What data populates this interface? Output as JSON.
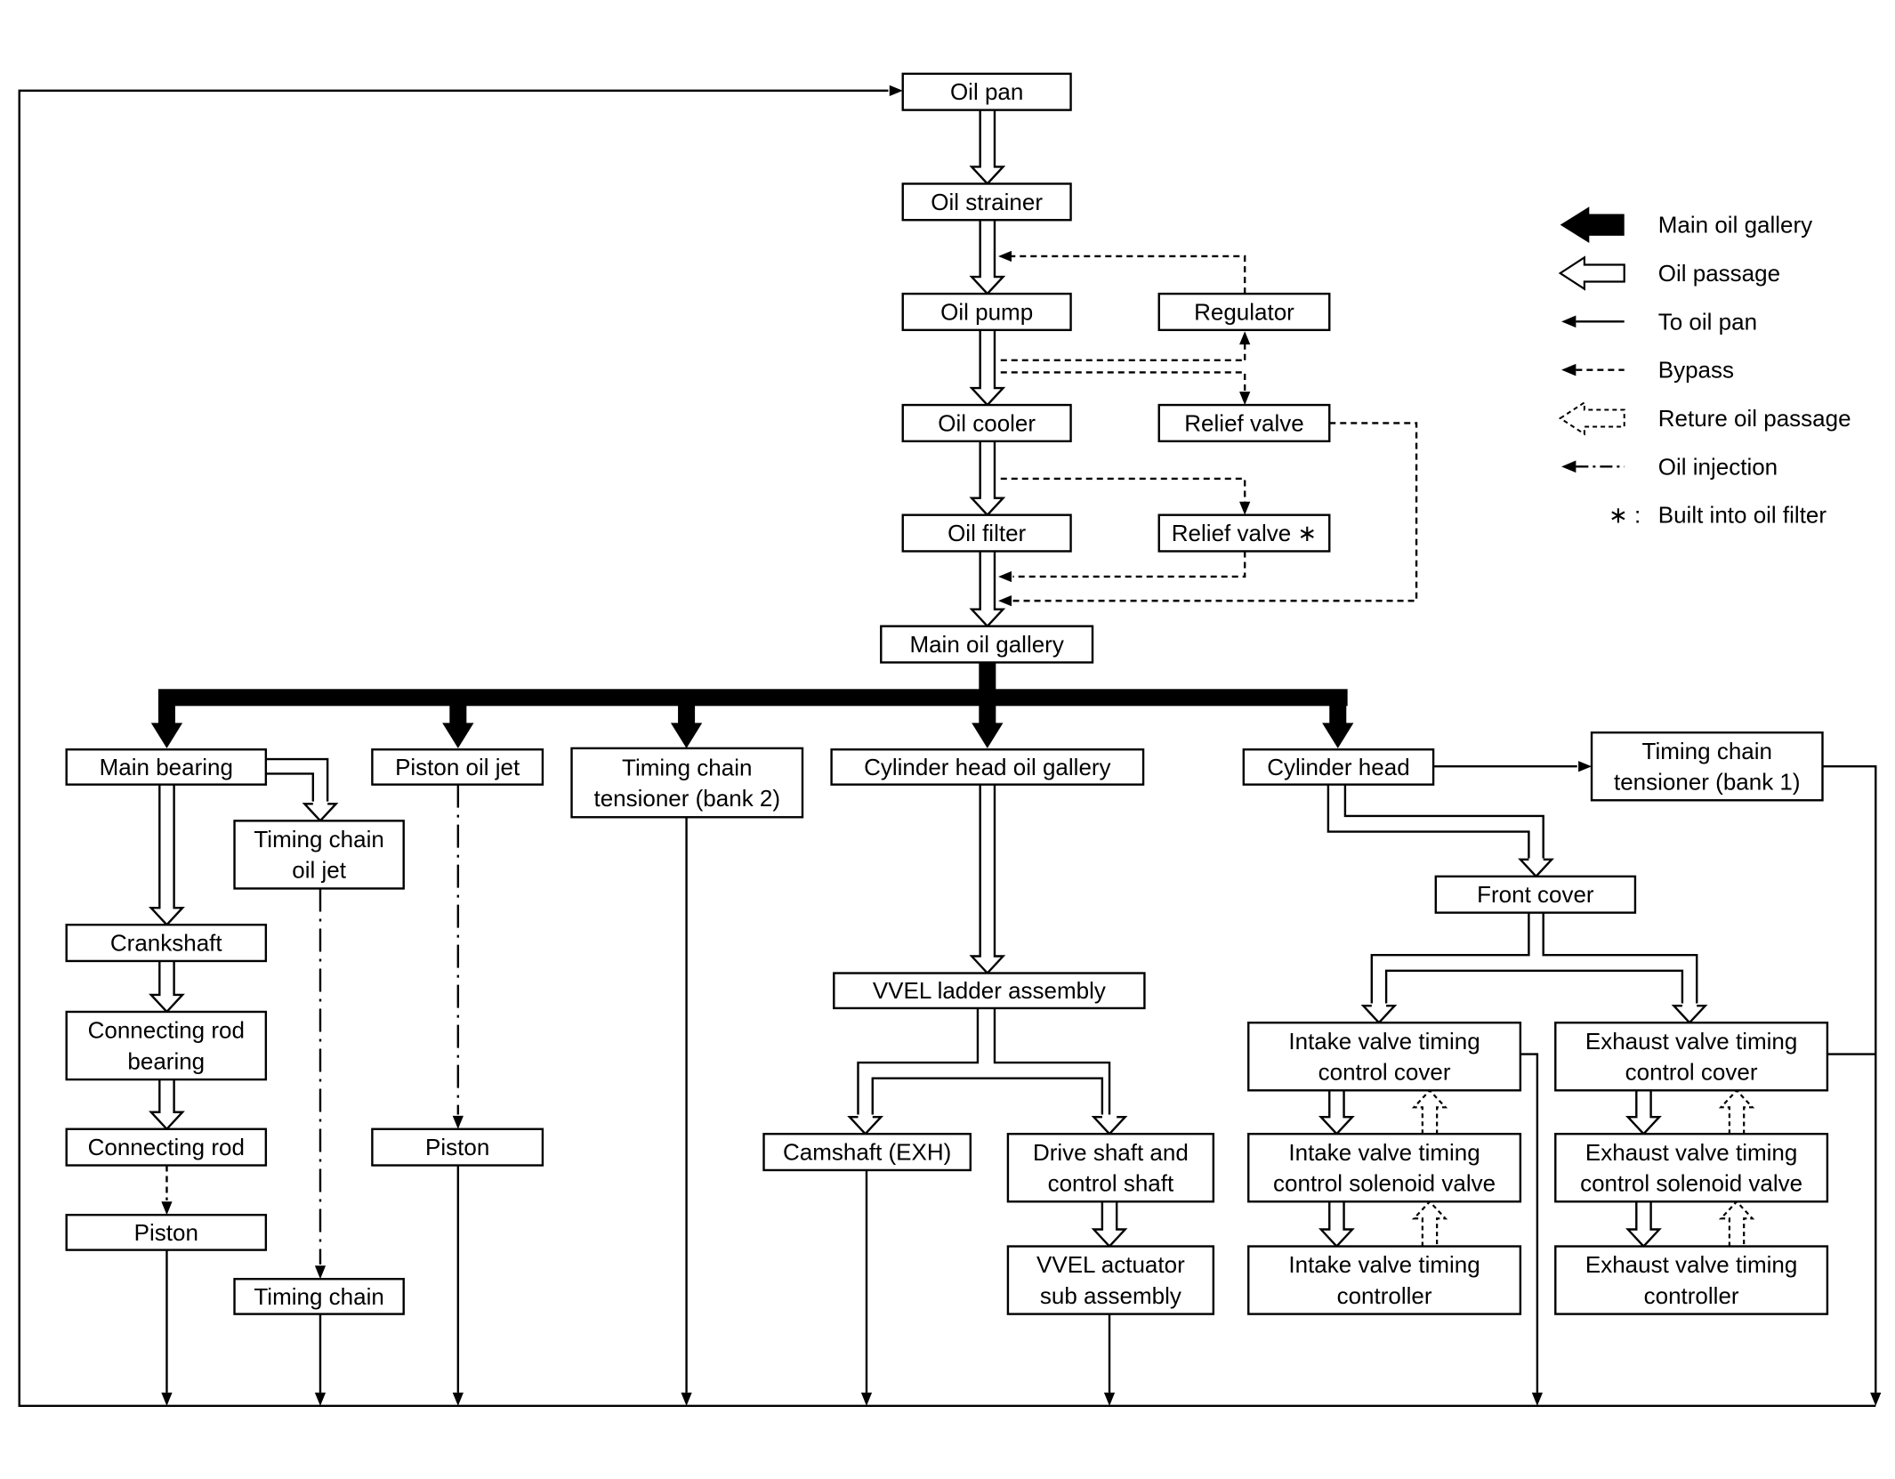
{
  "diagram": {
    "nodes": [
      {
        "id": "oil_pan",
        "lines": [
          "Oil pan"
        ]
      },
      {
        "id": "oil_strainer",
        "lines": [
          "Oil strainer"
        ]
      },
      {
        "id": "oil_pump",
        "lines": [
          "Oil pump"
        ]
      },
      {
        "id": "regulator",
        "lines": [
          "Regulator"
        ]
      },
      {
        "id": "oil_cooler",
        "lines": [
          "Oil cooler"
        ]
      },
      {
        "id": "relief_valve",
        "lines": [
          "Relief valve"
        ]
      },
      {
        "id": "oil_filter",
        "lines": [
          "Oil filter"
        ]
      },
      {
        "id": "relief_valve_2",
        "lines": [
          "Relief valve ∗"
        ]
      },
      {
        "id": "main_oil_gallery",
        "lines": [
          "Main oil gallery"
        ]
      },
      {
        "id": "main_bearing",
        "lines": [
          "Main bearing"
        ]
      },
      {
        "id": "piston_oil_jet",
        "lines": [
          "Piston oil jet"
        ]
      },
      {
        "id": "timing_chain_tensioner_bank2",
        "lines": [
          "Timing chain",
          "tensioner (bank 2)"
        ]
      },
      {
        "id": "cylinder_head_oil_gallery",
        "lines": [
          "Cylinder head oil gallery"
        ]
      },
      {
        "id": "cylinder_head",
        "lines": [
          "Cylinder head"
        ]
      },
      {
        "id": "timing_chain_tensioner_bank1",
        "lines": [
          "Timing chain",
          "tensioner (bank 1)"
        ]
      },
      {
        "id": "timing_chain_oil_jet",
        "lines": [
          "Timing chain",
          "oil jet"
        ]
      },
      {
        "id": "crankshaft",
        "lines": [
          "Crankshaft"
        ]
      },
      {
        "id": "connecting_rod_bearing",
        "lines": [
          "Connecting rod",
          "bearing"
        ]
      },
      {
        "id": "connecting_rod",
        "lines": [
          "Connecting rod"
        ]
      },
      {
        "id": "piston_1",
        "lines": [
          "Piston"
        ]
      },
      {
        "id": "timing_chain",
        "lines": [
          "Timing chain"
        ]
      },
      {
        "id": "piston_2",
        "lines": [
          "Piston"
        ]
      },
      {
        "id": "vvel_ladder_assembly",
        "lines": [
          "VVEL ladder assembly"
        ]
      },
      {
        "id": "camshaft_exh",
        "lines": [
          "Camshaft (EXH)"
        ]
      },
      {
        "id": "drive_shaft",
        "lines": [
          "Drive shaft and",
          "control shaft"
        ]
      },
      {
        "id": "vvel_actuator",
        "lines": [
          "VVEL actuator",
          "sub assembly"
        ]
      },
      {
        "id": "front_cover",
        "lines": [
          "Front cover"
        ]
      },
      {
        "id": "intake_cover",
        "lines": [
          "Intake valve timing",
          "control cover"
        ]
      },
      {
        "id": "intake_solenoid",
        "lines": [
          "Intake valve timing",
          "control solenoid valve"
        ]
      },
      {
        "id": "intake_controller",
        "lines": [
          "Intake valve timing",
          "controller"
        ]
      },
      {
        "id": "exhaust_cover",
        "lines": [
          "Exhaust valve timing",
          "control cover"
        ]
      },
      {
        "id": "exhaust_solenoid",
        "lines": [
          "Exhaust valve timing",
          "control solenoid valve"
        ]
      },
      {
        "id": "exhaust_controller",
        "lines": [
          "Exhaust valve timing",
          "controller"
        ]
      }
    ],
    "legend": [
      {
        "symbol": "main-oil-gallery",
        "label": "Main oil gallery"
      },
      {
        "symbol": "oil-passage",
        "label": "Oil passage"
      },
      {
        "symbol": "to-oil-pan",
        "label": "To oil pan"
      },
      {
        "symbol": "bypass",
        "label": "Bypass"
      },
      {
        "symbol": "return-oil-passage",
        "label": "Reture oil passage"
      },
      {
        "symbol": "oil-injection",
        "label": "Oil injection"
      },
      {
        "symbol": "asterisk",
        "mark": "∗ :",
        "label": "Built into oil filter"
      }
    ]
  }
}
